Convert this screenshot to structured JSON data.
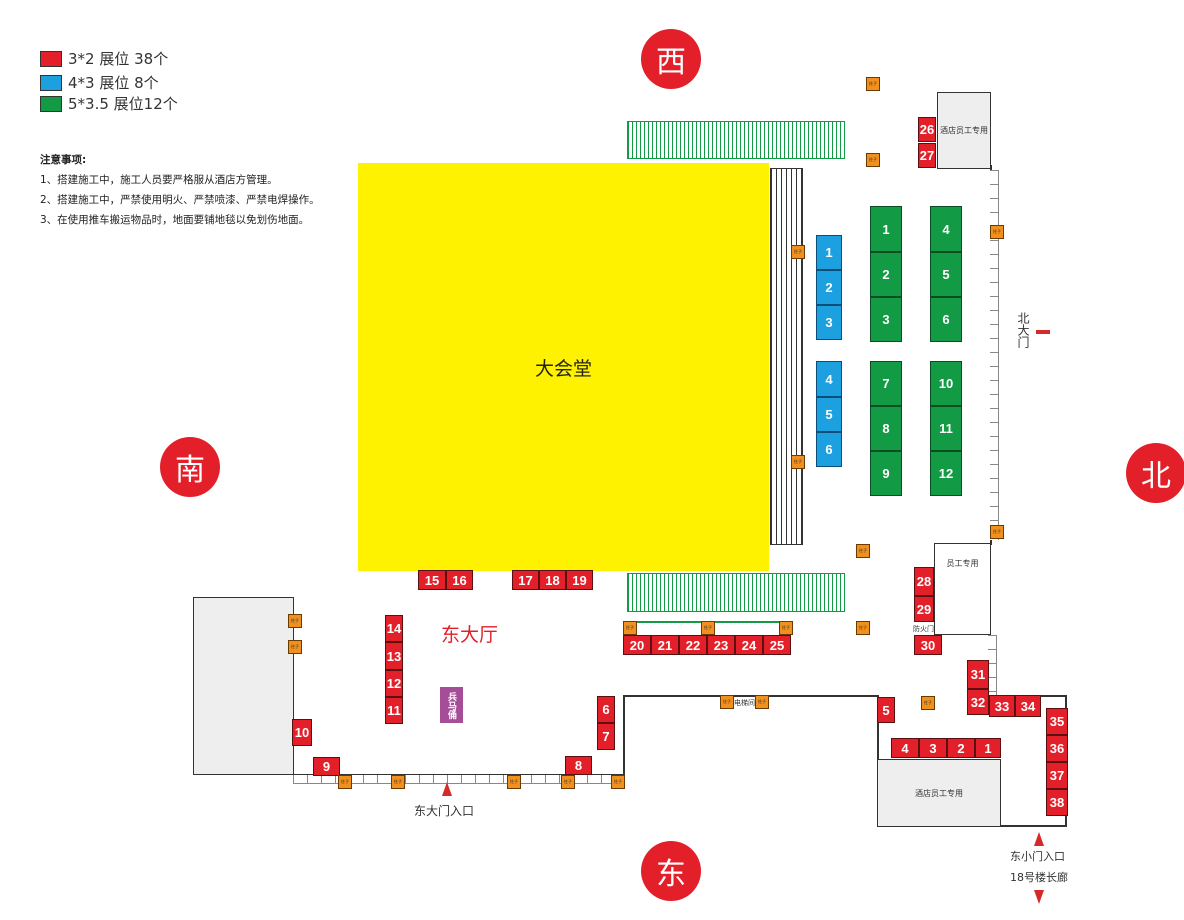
{
  "legend": [
    {
      "label": "3*2 展位 38个",
      "color": "#e3202a"
    },
    {
      "label": "4*3 展位 8个",
      "color": "#1ca0e0"
    },
    {
      "label": "5*3.5 展位12个",
      "color": "#139a45"
    }
  ],
  "notes": {
    "title": "注意事项:",
    "items": [
      "1、搭建施工中，施工人员要严格服从酒店方管理。",
      "2、搭建施工中，严禁使用明火、严禁喷漆、严禁电焊操作。",
      "3、在使用推车搬运物品时，地面要铺地毯以免划伤地面。"
    ]
  },
  "compass": {
    "west": "西",
    "south": "南",
    "north": "北",
    "east": "东"
  },
  "halls": {
    "main": "大会堂",
    "east_hall": "东大厅",
    "terracotta": "兵马俑"
  },
  "rooms": {
    "staff_top": "酒店员工专用",
    "staff_mid": "员工专用",
    "staff_bottom": "酒店员工专用"
  },
  "labels": {
    "pillar": "柱子",
    "fire_door": "防火门",
    "elevator": "电梯间",
    "north_gate": "北大门",
    "east_gate": "东大门入口",
    "east_small_gate": "东小门入口",
    "corridor": "18号楼长廊"
  },
  "booths": {
    "red": [
      "1",
      "2",
      "3",
      "4",
      "5",
      "6",
      "7",
      "8",
      "9",
      "10",
      "11",
      "12",
      "13",
      "14",
      "15",
      "16",
      "17",
      "18",
      "19",
      "20",
      "21",
      "22",
      "23",
      "24",
      "25",
      "26",
      "27",
      "28",
      "29",
      "30",
      "31",
      "32",
      "33",
      "34",
      "35",
      "36",
      "37",
      "38"
    ],
    "blue": [
      "1",
      "2",
      "3",
      "4",
      "5",
      "6"
    ],
    "green": [
      "1",
      "2",
      "3",
      "4",
      "5",
      "6",
      "7",
      "8",
      "9",
      "10",
      "11",
      "12"
    ]
  }
}
